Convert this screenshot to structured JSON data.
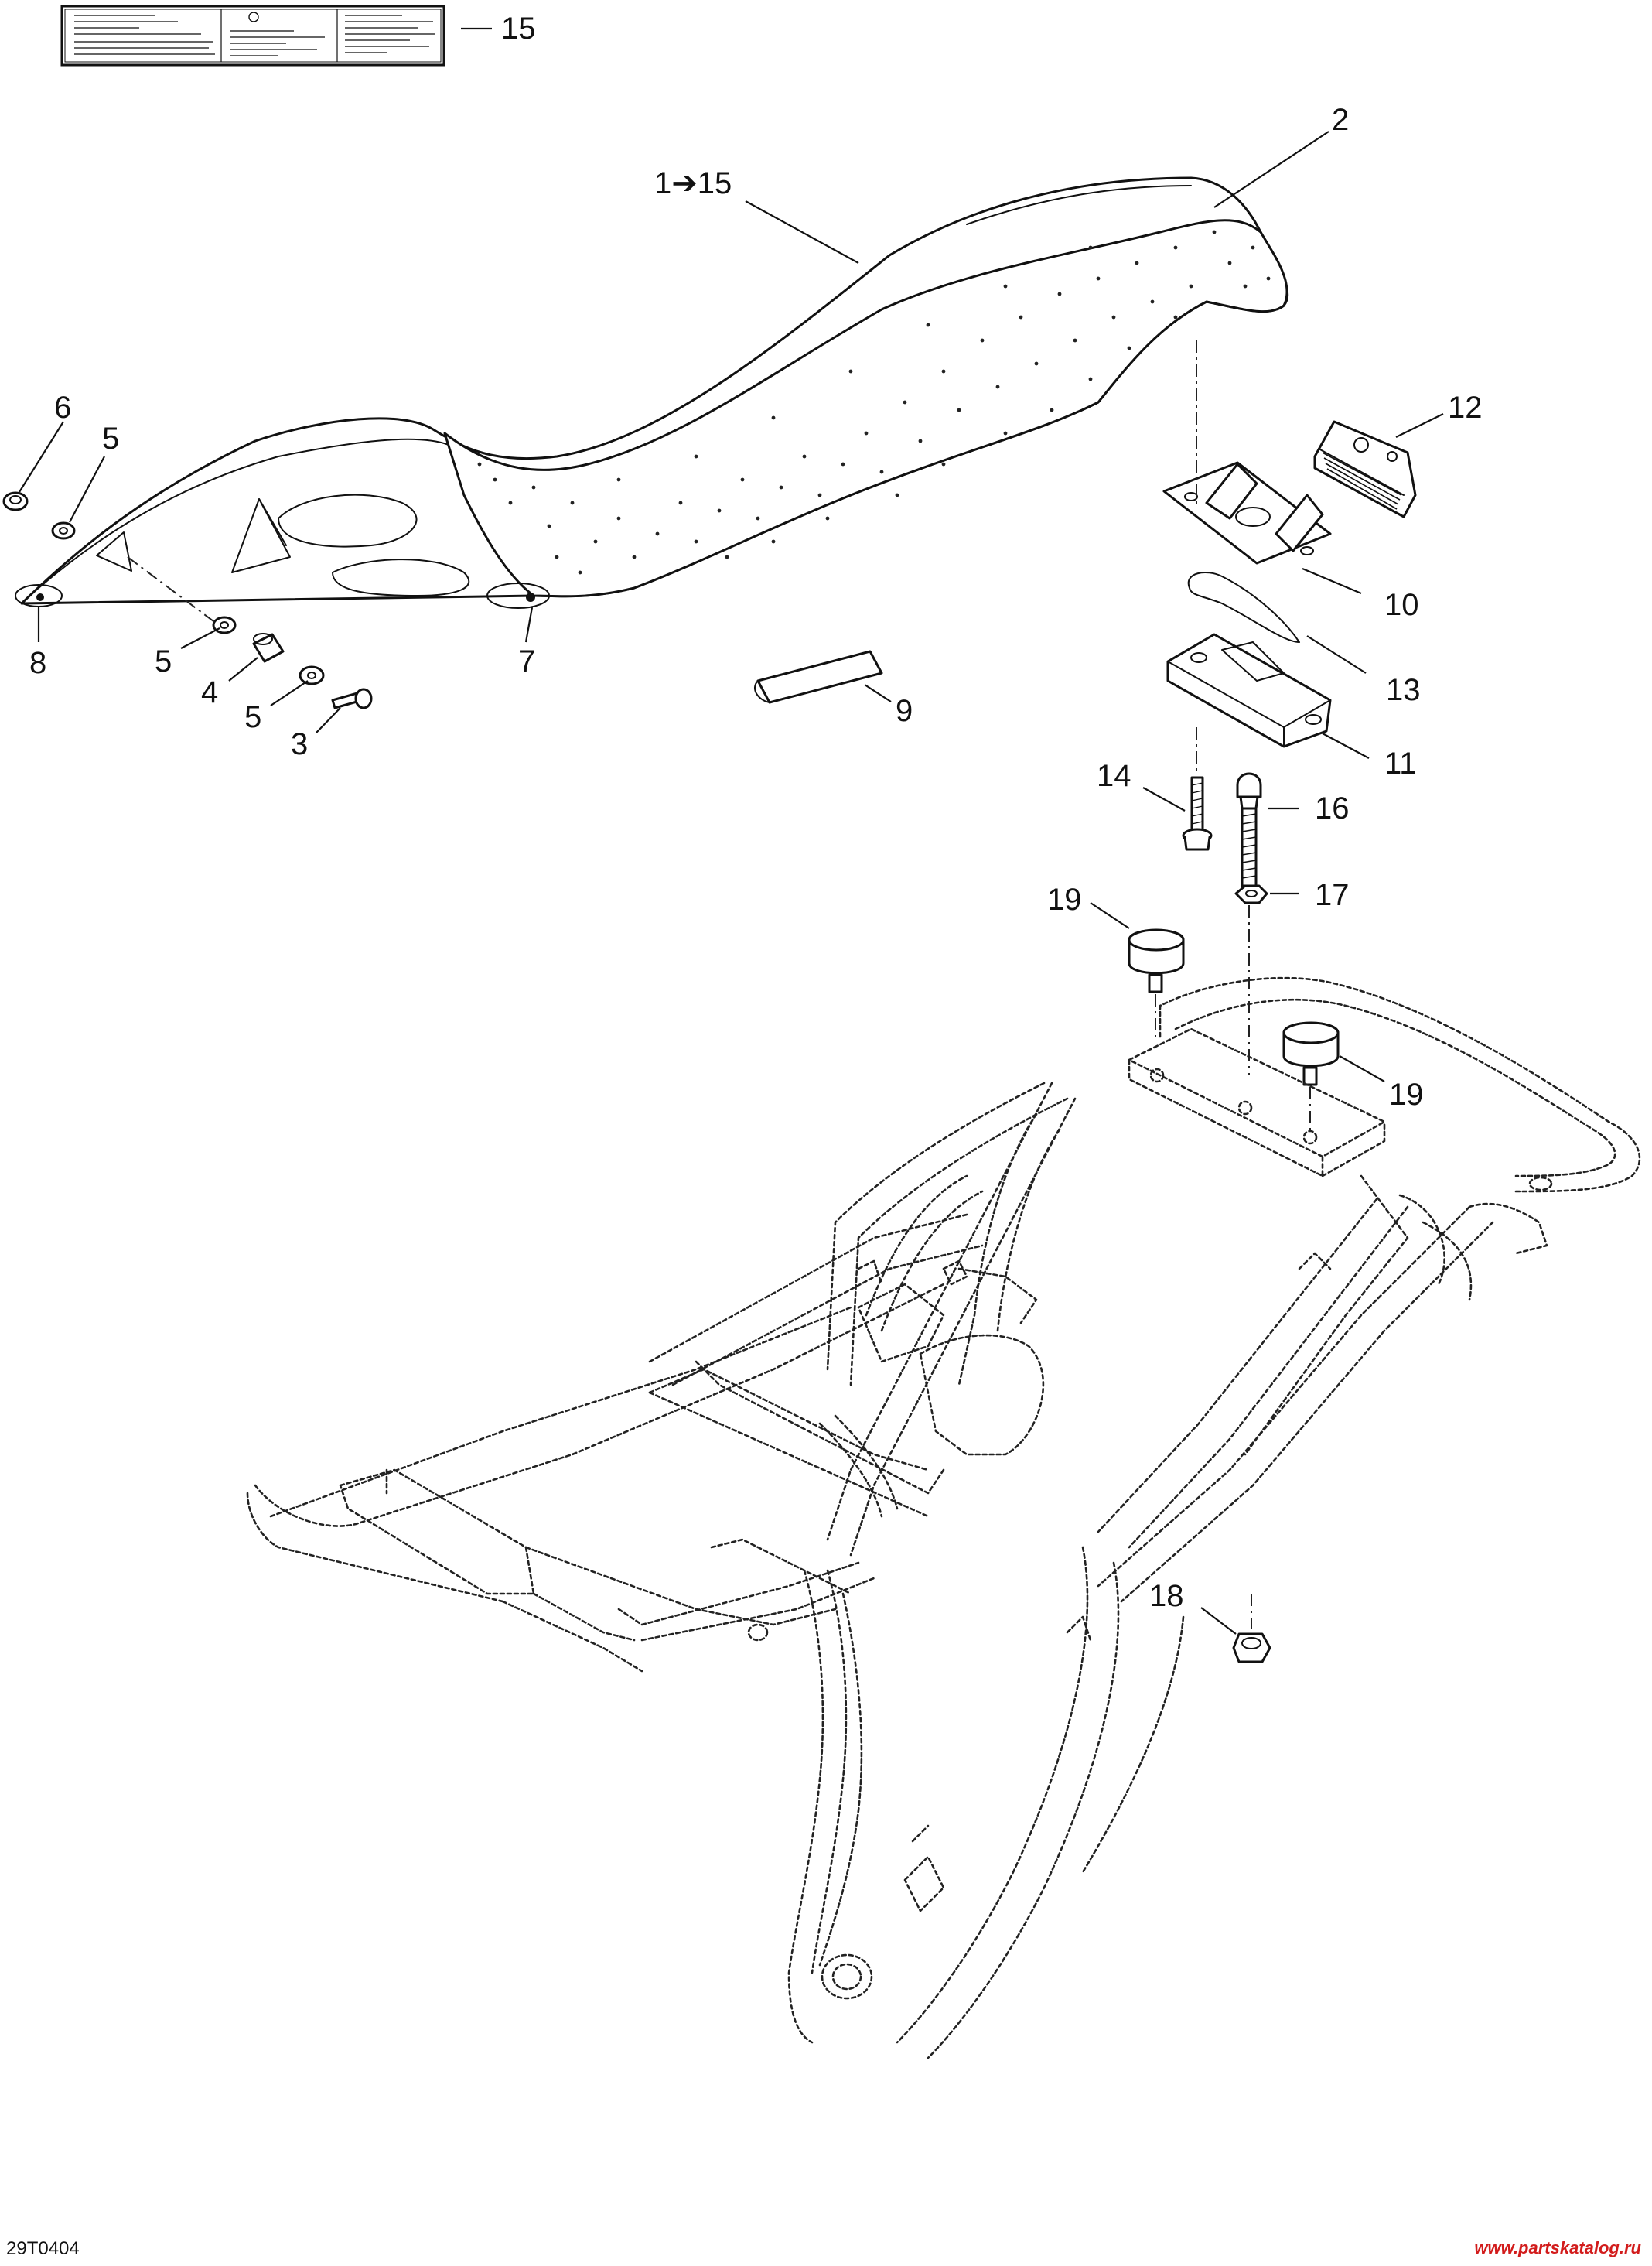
{
  "diagram": {
    "drawing_code": "29T0404",
    "watermark": "www.partskatalog.ru",
    "callouts": [
      {
        "id": "15",
        "label": "15"
      },
      {
        "id": "2",
        "label": "2"
      },
      {
        "id": "1-15",
        "label": "1➔15"
      },
      {
        "id": "6",
        "label": "6"
      },
      {
        "id": "5a",
        "label": "5"
      },
      {
        "id": "8",
        "label": "8"
      },
      {
        "id": "5b",
        "label": "5"
      },
      {
        "id": "4",
        "label": "4"
      },
      {
        "id": "5c",
        "label": "5"
      },
      {
        "id": "3",
        "label": "3"
      },
      {
        "id": "7",
        "label": "7"
      },
      {
        "id": "9",
        "label": "9"
      },
      {
        "id": "12",
        "label": "12"
      },
      {
        "id": "10",
        "label": "10"
      },
      {
        "id": "13",
        "label": "13"
      },
      {
        "id": "11",
        "label": "11"
      },
      {
        "id": "14",
        "label": "14"
      },
      {
        "id": "16",
        "label": "16"
      },
      {
        "id": "17",
        "label": "17"
      },
      {
        "id": "19a",
        "label": "19"
      },
      {
        "id": "19b",
        "label": "19"
      },
      {
        "id": "18",
        "label": "18"
      }
    ]
  }
}
